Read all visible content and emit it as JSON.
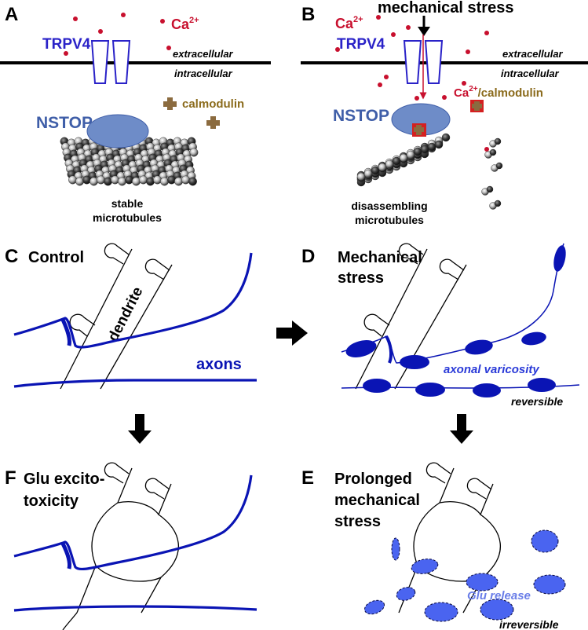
{
  "panels": {
    "A": {
      "letter": "A",
      "ion": "Ca",
      "ion_sup": "2+",
      "channel": "TRPV4",
      "extracellular": "extracellular",
      "intracellular": "intracellular",
      "calmodulin": "calmodulin",
      "protein": "NSTOP",
      "mt_line1": "stable",
      "mt_line2": "microtubules"
    },
    "B": {
      "letter": "B",
      "ion": "Ca",
      "ion_sup": "2+",
      "stress": "mechanical stress",
      "channel": "TRPV4",
      "extracellular": "extracellular",
      "intracellular": "intracellular",
      "complex_ion": "Ca",
      "complex_sup": "2+",
      "complex_rest": "/calmodulin",
      "protein": "NSTOP",
      "mt_line1": "disassembling",
      "mt_line2": "microtubules"
    },
    "C": {
      "letter": "C",
      "title": "Control",
      "dendrite": "dendrite",
      "axons": "axons"
    },
    "D": {
      "letter": "D",
      "title_line1": "Mechanical",
      "title_line2": "stress",
      "varicosity": "axonal varicosity",
      "reversible": "reversible"
    },
    "F": {
      "letter": "F",
      "title_line1": "Glu excito-",
      "title_line2": "toxicity"
    },
    "E": {
      "letter": "E",
      "title_line1": "Prolonged",
      "title_line2": "mechanical",
      "title_line3": "stress",
      "glu": "Glu release",
      "irreversible": "irreversible"
    }
  },
  "colors": {
    "channel_blue": "#2a22c8",
    "calcium_red": "#c8102e",
    "calmodulin_brown": "#8b6b3f",
    "calmodulin_text": "#8b6b1c",
    "nstop_fill": "#6e8cc8",
    "nstop_text": "#3f5ea8",
    "axon_blue": "#0a14b4",
    "varicosity_text": "#2a3ad8",
    "glu_blob": "#4a64f0",
    "glu_text": "#6a7ee8"
  }
}
